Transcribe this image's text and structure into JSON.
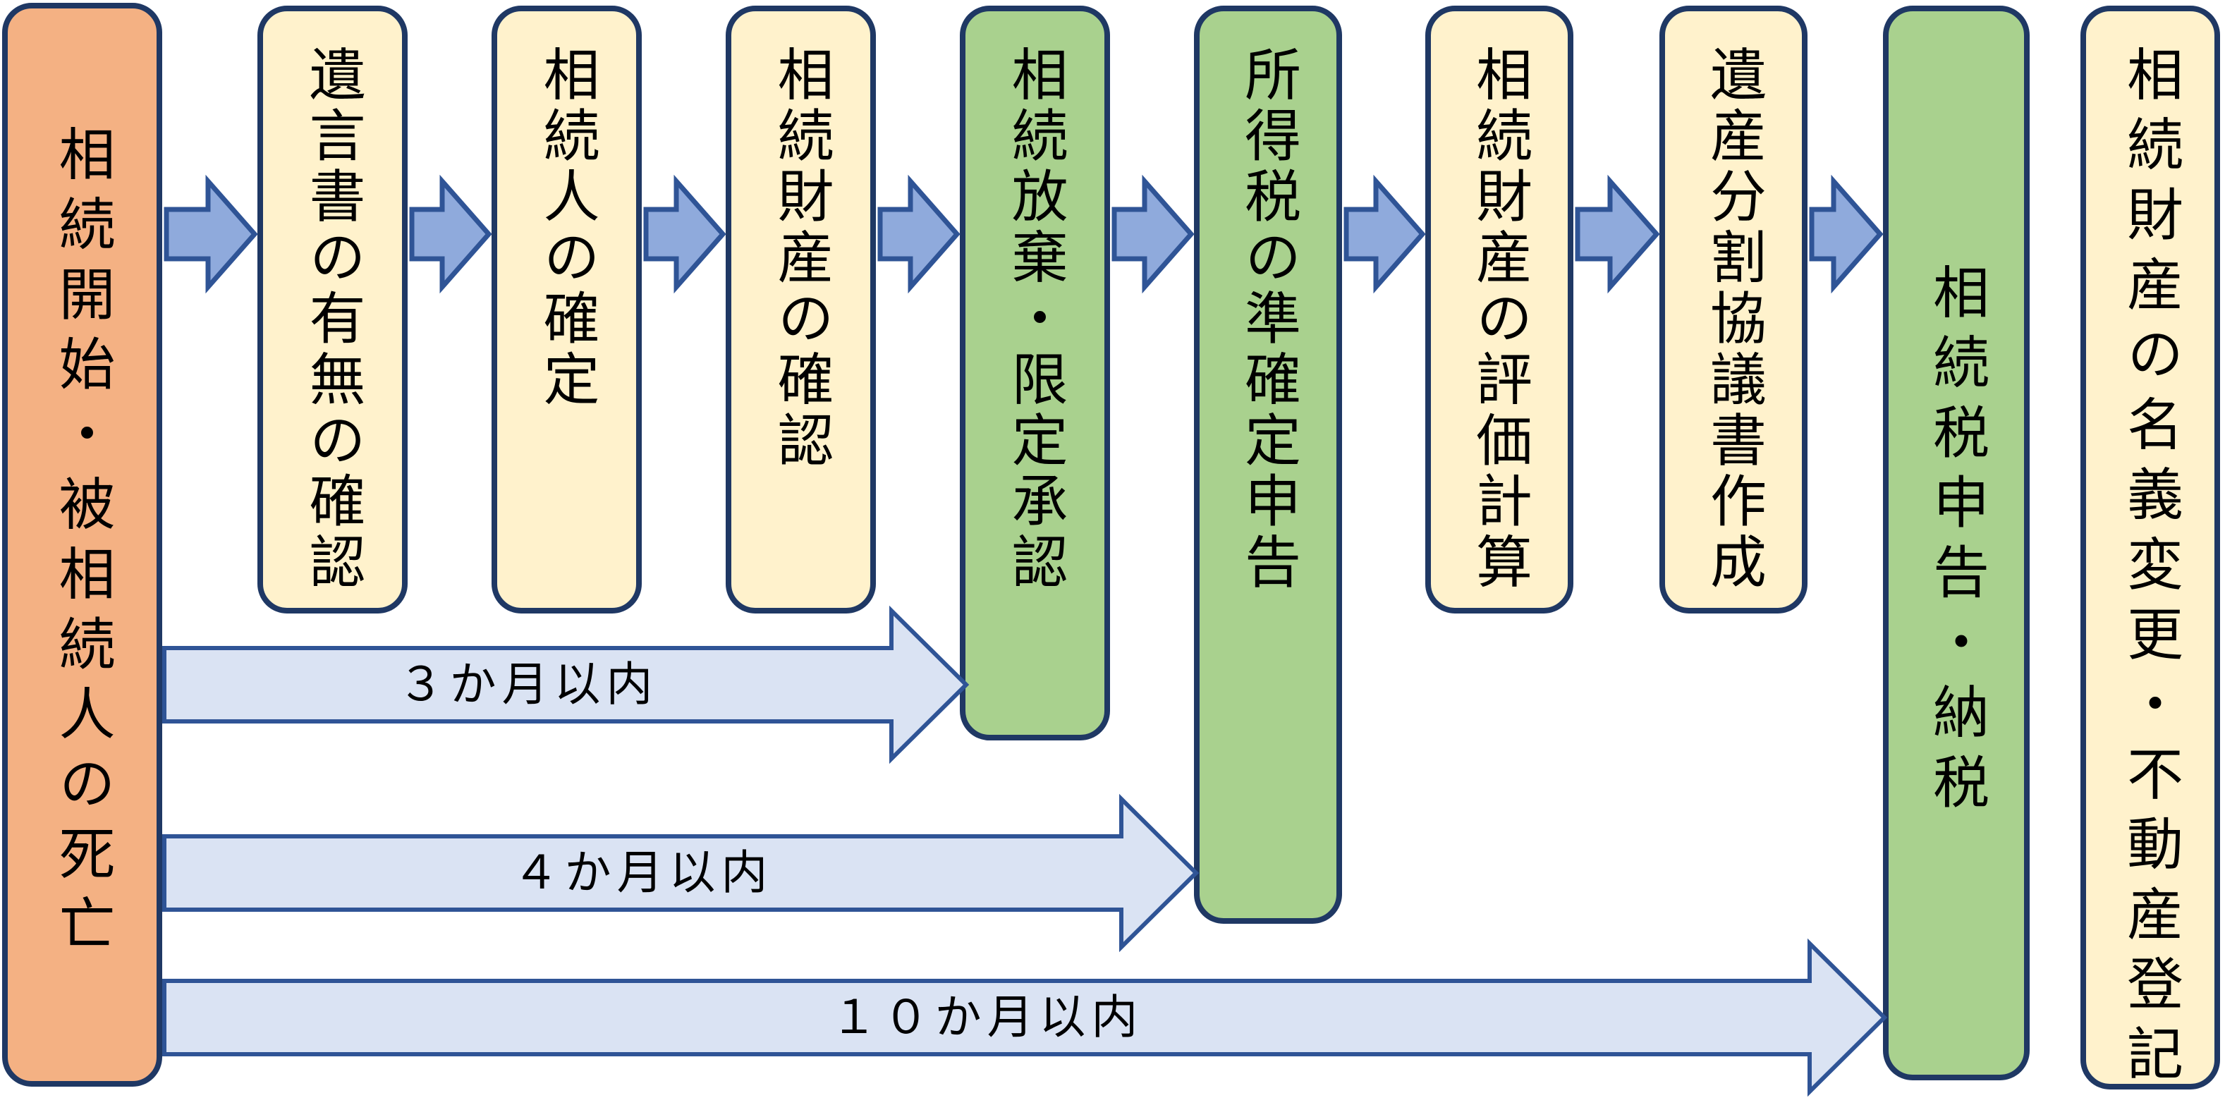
{
  "diagram": {
    "boxes": [
      {
        "name": "inheritance-start",
        "label": "相続開始・被相続人の死亡",
        "color": "orange"
      },
      {
        "name": "will-existence-check",
        "label": "遺言書の有無の確認",
        "color": "cream"
      },
      {
        "name": "heir-determination",
        "label": "相続人の確定",
        "color": "cream"
      },
      {
        "name": "estate-property-check",
        "label": "相続財産の確認",
        "color": "cream"
      },
      {
        "name": "renunciation-limited-acceptance",
        "label": "相続放棄・限定承認",
        "color": "green"
      },
      {
        "name": "income-tax-quasi-final-return",
        "label": "所得税の準確定申告",
        "color": "green"
      },
      {
        "name": "estate-valuation-calc",
        "label": "相続財産の評価計算",
        "color": "cream"
      },
      {
        "name": "division-agreement-doc",
        "label": "遺産分割協議書作成",
        "color": "cream"
      },
      {
        "name": "inheritance-tax-filing-payment",
        "label": "相続税申告・納税",
        "color": "green"
      },
      {
        "name": "name-change-registration",
        "label": "相続財産の名義変更・不動産登記",
        "color": "cream"
      }
    ],
    "timeline_arrows": [
      {
        "name": "within-3-months",
        "label": "３か月以内"
      },
      {
        "name": "within-4-months",
        "label": "４か月以内"
      },
      {
        "name": "within-10-months",
        "label": "１０か月以内"
      }
    ],
    "colors": {
      "orange": "#F4B183",
      "cream": "#FFF2CC",
      "green": "#A9D18E",
      "box_border": "#1F3864",
      "step_arrow_fill": "#8FAADC",
      "step_arrow_border": "#2F5496",
      "timeline_arrow_fill": "#DAE3F3",
      "timeline_arrow_border": "#2F5496",
      "text": "#000000",
      "background": "#FFFFFF"
    }
  }
}
